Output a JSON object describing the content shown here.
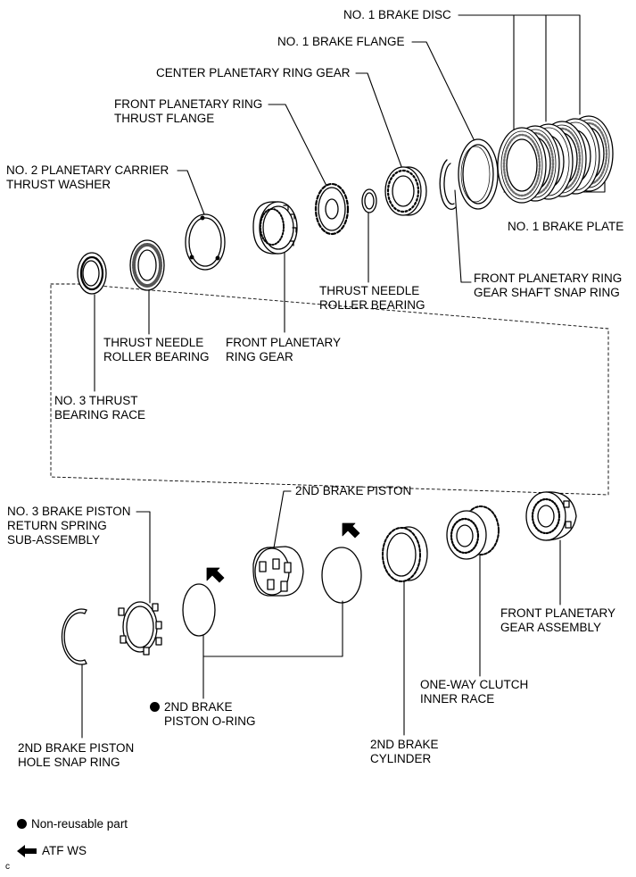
{
  "labels": {
    "no1_brake_disc": [
      "NO. 1 BRAKE DISC"
    ],
    "no1_brake_flange": [
      "NO. 1 BRAKE FLANGE"
    ],
    "center_planetary_ring_gear": [
      "CENTER PLANETARY RING GEAR"
    ],
    "front_planetary_ring_thrust_flange": [
      "FRONT PLANETARY RING",
      "THRUST FLANGE"
    ],
    "no2_planetary_carrier_thrust_washer": [
      "NO. 2 PLANETARY CARRIER",
      "THRUST WASHER"
    ],
    "no1_brake_plate": [
      "NO. 1 BRAKE PLATE"
    ],
    "front_planetary_ring_gear_shaft_snap_ring": [
      "FRONT PLANETARY RING",
      "GEAR SHAFT SNAP RING"
    ],
    "thrust_needle_roller_bearing_upper": [
      "THRUST NEEDLE",
      "ROLLER BEARING"
    ],
    "thrust_needle_roller_bearing_lower": [
      "THRUST NEEDLE",
      "ROLLER BEARING"
    ],
    "front_planetary_ring_gear": [
      "FRONT PLANETARY",
      "RING GEAR"
    ],
    "no3_thrust_bearing_race": [
      "NO. 3 THRUST",
      "BEARING RACE"
    ],
    "second_brake_piston": [
      "2ND BRAKE PISTON"
    ],
    "no3_brake_piston_return_spring": [
      "NO. 3 BRAKE PISTON",
      "RETURN SPRING",
      "SUB-ASSEMBLY"
    ],
    "front_planetary_gear_assembly": [
      "FRONT PLANETARY",
      "GEAR ASSEMBLY"
    ],
    "one_way_clutch_inner_race": [
      "ONE-WAY CLUTCH",
      "INNER RACE"
    ],
    "second_brake_piston_oring": [
      "2ND BRAKE",
      "PISTON O-RING"
    ],
    "second_brake_cylinder": [
      "2ND BRAKE",
      "CYLINDER"
    ],
    "second_brake_piston_hole_snap_ring": [
      "2ND BRAKE PISTON",
      "HOLE SNAP RING"
    ]
  },
  "legend": {
    "non_reusable": "Non-reusable part",
    "atf": "ATF WS"
  },
  "corner_mark": "c",
  "colors": {
    "ink": "#000000",
    "paper": "#ffffff",
    "hatch": "#6e6e6e"
  }
}
